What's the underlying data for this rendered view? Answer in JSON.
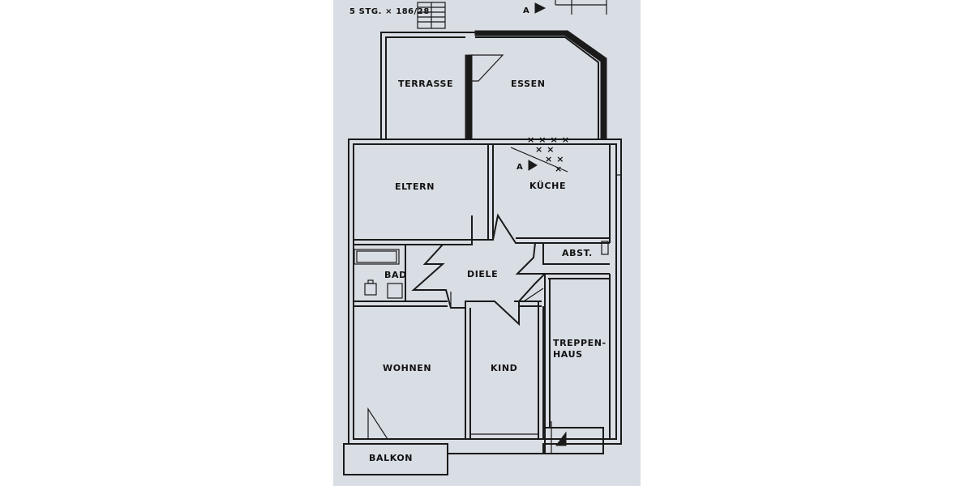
{
  "header": {
    "stg": "5 STG. × 18",
    "frac": "6/28",
    "section_mark": "A"
  },
  "rooms": {
    "terrasse": "TERRASSE",
    "essen": "ESSEN",
    "eltern": "ELTERN",
    "kueche": "KÜCHE",
    "abst": "ABST.",
    "bad": "BAD",
    "diele": "DIELE",
    "treppenhaus_1": "TREPPEN-",
    "treppenhaus_2": "HAUS",
    "wohnen": "WOHNEN",
    "kind": "KIND",
    "balkon": "BALKON"
  },
  "colors": {
    "paper": "#d9dde4",
    "ink": "#1a1a1a"
  }
}
